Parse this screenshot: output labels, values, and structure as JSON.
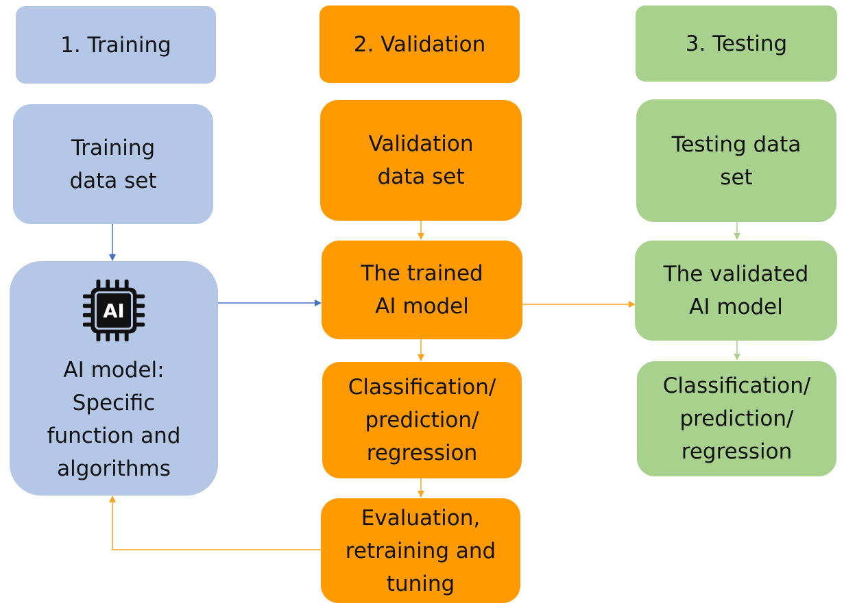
{
  "colors": {
    "training": "#b4c7e7",
    "validation": "#ff9b00",
    "testing": "#a9d18e",
    "arrow_training": "#4472c4",
    "arrow_validation": "#f7a51f",
    "arrow_testing": "#a9d18e"
  },
  "columns": {
    "training": {
      "header": "1. Training",
      "data_set": [
        "Training",
        "data set"
      ],
      "model": {
        "icon": "ai-chip-icon",
        "icon_label": "AI",
        "text": [
          "AI model:",
          "Specific",
          "function and",
          "algorithms"
        ]
      }
    },
    "validation": {
      "header": "2. Validation",
      "data_set": [
        "Validation",
        "data set"
      ],
      "trained_model": [
        "The trained",
        "AI model"
      ],
      "output": [
        "Classification/",
        "prediction/",
        "regression"
      ],
      "evaluation": [
        "Evaluation,",
        "retraining and",
        "tuning"
      ]
    },
    "testing": {
      "header": "3. Testing",
      "data_set": [
        "Testing data",
        "set"
      ],
      "validated_model": [
        "The validated",
        "AI model"
      ],
      "output": [
        "Classification/",
        "prediction/",
        "regression"
      ]
    }
  }
}
